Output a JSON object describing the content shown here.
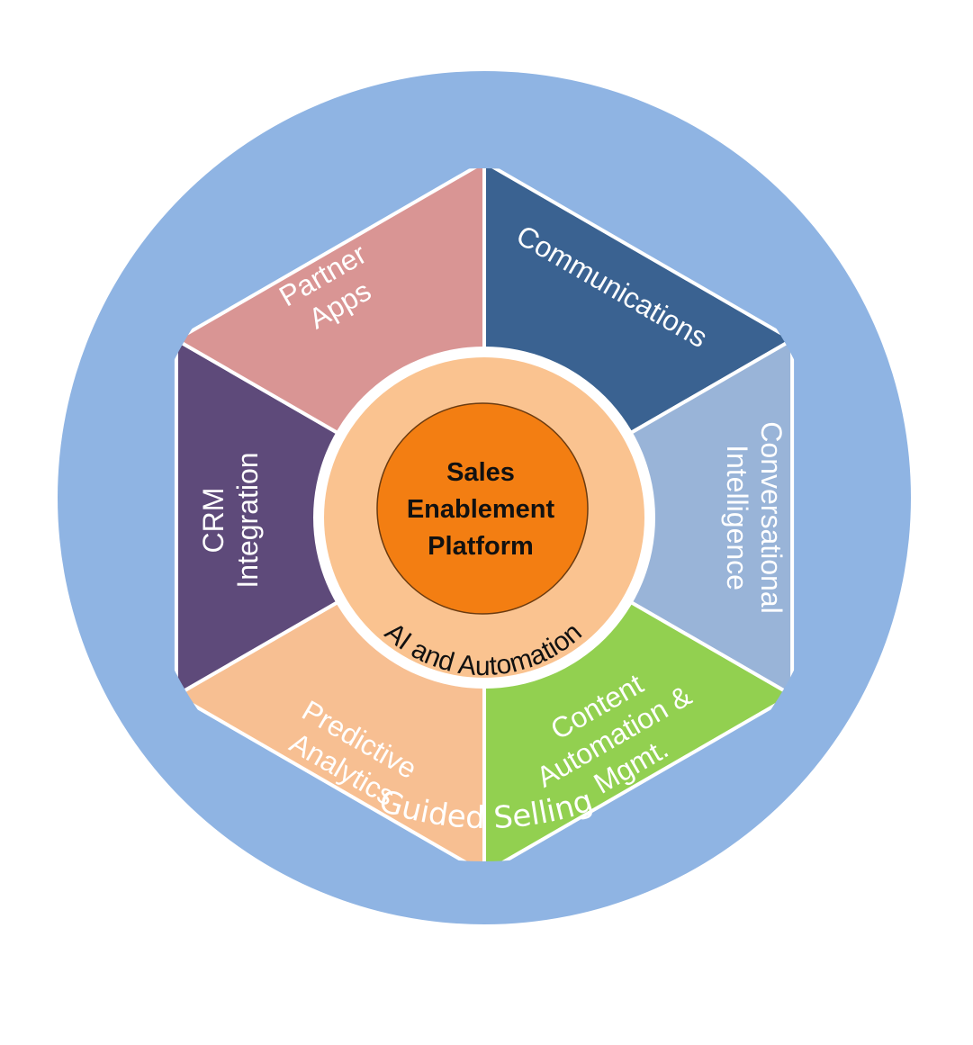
{
  "diagram": {
    "outer_ring": {
      "label": "Guided Selling",
      "color": "#8fb4e3"
    },
    "segments": [
      {
        "id": "communications",
        "lines": [
          "Communications"
        ],
        "color": "#3a6291"
      },
      {
        "id": "conversational-intelligence",
        "lines": [
          "Conversational",
          "Intelligence"
        ],
        "color": "#99b4d8"
      },
      {
        "id": "content-automation",
        "lines": [
          "Content",
          "Automation &",
          "Mgmt."
        ],
        "color": "#92d050"
      },
      {
        "id": "predictive-analytics",
        "lines": [
          "Predictive",
          "Analytics"
        ],
        "color": "#f7bf92"
      },
      {
        "id": "crm-integration",
        "lines": [
          "CRM",
          "Integration"
        ],
        "color": "#5e4a7a"
      },
      {
        "id": "partner-apps",
        "lines": [
          "Partner",
          "Apps"
        ],
        "color": "#d99594"
      }
    ],
    "middle_ring": {
      "label": "AI and Automation",
      "color": "#fac390"
    },
    "center": {
      "lines": [
        "Sales",
        "Enablement",
        "Platform"
      ],
      "color": "#f37e12"
    }
  }
}
